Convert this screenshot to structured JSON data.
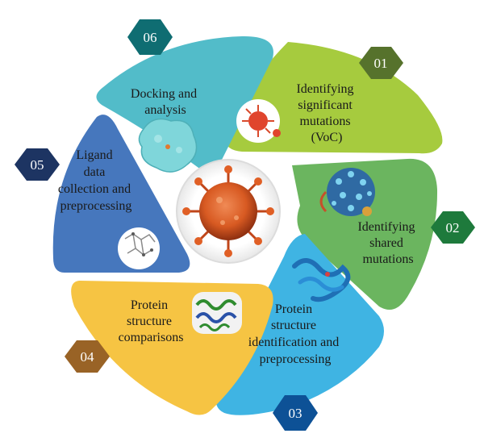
{
  "center": {
    "icon": "coronavirus-icon"
  },
  "segments": [
    {
      "number": "01",
      "lines": [
        "Identifying",
        "significant",
        "mutations",
        "(VoC)"
      ],
      "color": "#a6cb3e",
      "badge_color": "#56722c",
      "image": "virus-particle-icon"
    },
    {
      "number": "02",
      "lines": [
        "Identifying",
        "shared",
        "mutations"
      ],
      "color": "#6bb55f",
      "badge_color": "#1e7a3c",
      "image": "mutation-particle-icon"
    },
    {
      "number": "03",
      "lines": [
        "Protein",
        "structure",
        "identification and",
        "preprocessing"
      ],
      "color": "#3fb4e3",
      "badge_color": "#0d5196",
      "image": "protein-ribbon-icon"
    },
    {
      "number": "04",
      "lines": [
        "Protein",
        "structure",
        "comparisons"
      ],
      "color": "#f6c443",
      "badge_color": "#996326",
      "image": "protein-helix-icon"
    },
    {
      "number": "05",
      "lines": [
        "Ligand",
        "data",
        "collection and",
        "preprocessing"
      ],
      "color": "#4677bd",
      "badge_color": "#1d3462",
      "image": "ligand-molecule-icon"
    },
    {
      "number": "06",
      "lines": [
        "Docking and",
        "analysis"
      ],
      "color": "#52bcc9",
      "badge_color": "#0f6d72",
      "image": "docking-surface-icon"
    }
  ]
}
